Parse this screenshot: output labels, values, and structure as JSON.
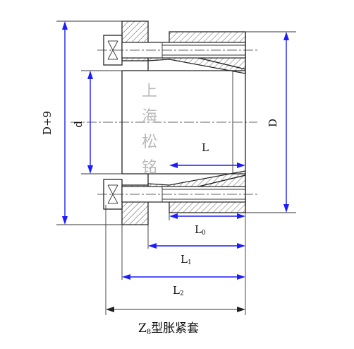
{
  "drawing": {
    "labels": {
      "D9": "D+9",
      "d": "d",
      "D": "D",
      "L": "L",
      "L0": "L",
      "L0_sub": "0",
      "L1": "L",
      "L1_sub": "1",
      "L2": "L",
      "L2_sub": "2"
    },
    "watermark": [
      "上",
      "海",
      "松",
      "铭"
    ],
    "caption": {
      "prefix": "Z",
      "sub": "8",
      "text": "型胀紧套"
    },
    "colors": {
      "dimension": "#1c1cff",
      "outline": "#222222",
      "watermark": "#b9b9b9"
    }
  }
}
